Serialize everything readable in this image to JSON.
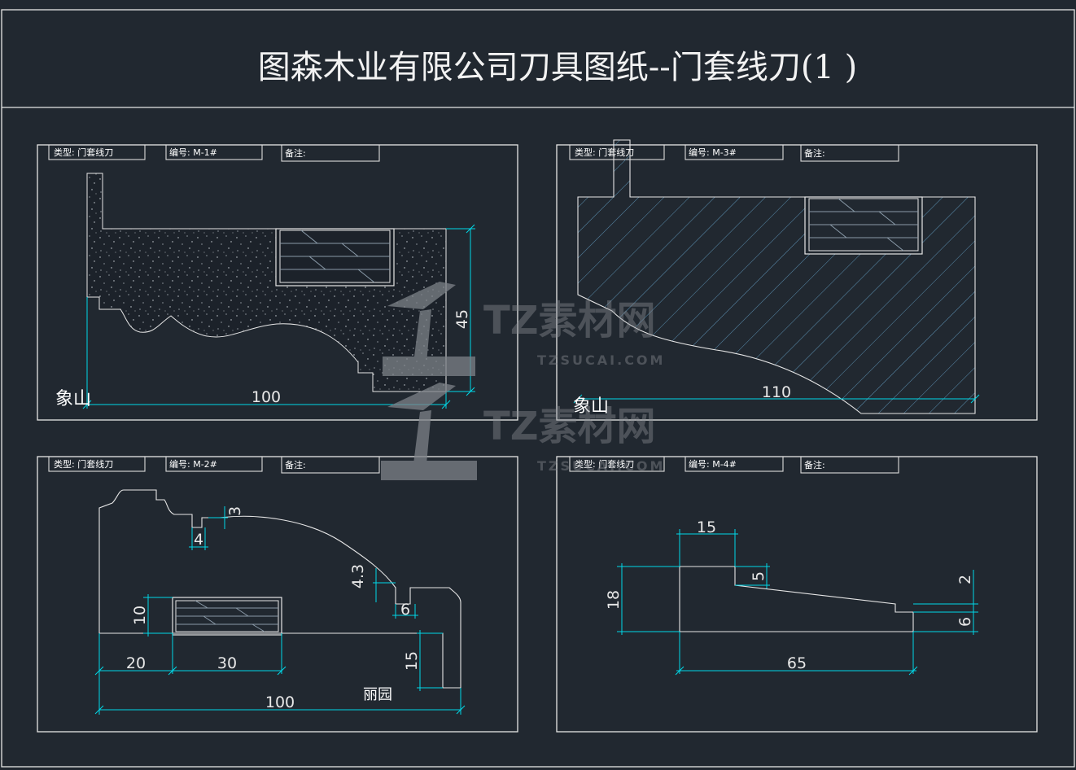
{
  "title": "图森木业有限公司刀具图纸--门套线刀(1 )",
  "watermark": {
    "brand": "TZ素材网",
    "url": "TZSUCAI.COM"
  },
  "panels": {
    "m1": {
      "type": "类型: 门套线刀",
      "code": "编号: M-1#",
      "note": "备注:",
      "location": "象山",
      "dims": {
        "height": "45",
        "width": "100"
      }
    },
    "m3": {
      "type": "类型: 门套线刀",
      "code": "编号: M-3#",
      "note": "备注:",
      "location": "象山",
      "dims": {
        "width": "110"
      }
    },
    "m2": {
      "type": "类型: 门套线刀",
      "code": "编号: M-2#",
      "note": "备注:",
      "location": "丽园",
      "dims": {
        "d3": "3",
        "d4": "4",
        "d43": "4.3",
        "d6": "6",
        "d10": "10",
        "d15": "15",
        "d20": "20",
        "d30": "30",
        "d100": "100"
      }
    },
    "m4": {
      "type": "类型: 门套线刀",
      "code": "编号: M-4#",
      "note": "备注:",
      "dims": {
        "d15": "15",
        "d5": "5",
        "d18": "18",
        "d2": "2",
        "d6": "6",
        "d65": "65"
      }
    }
  }
}
